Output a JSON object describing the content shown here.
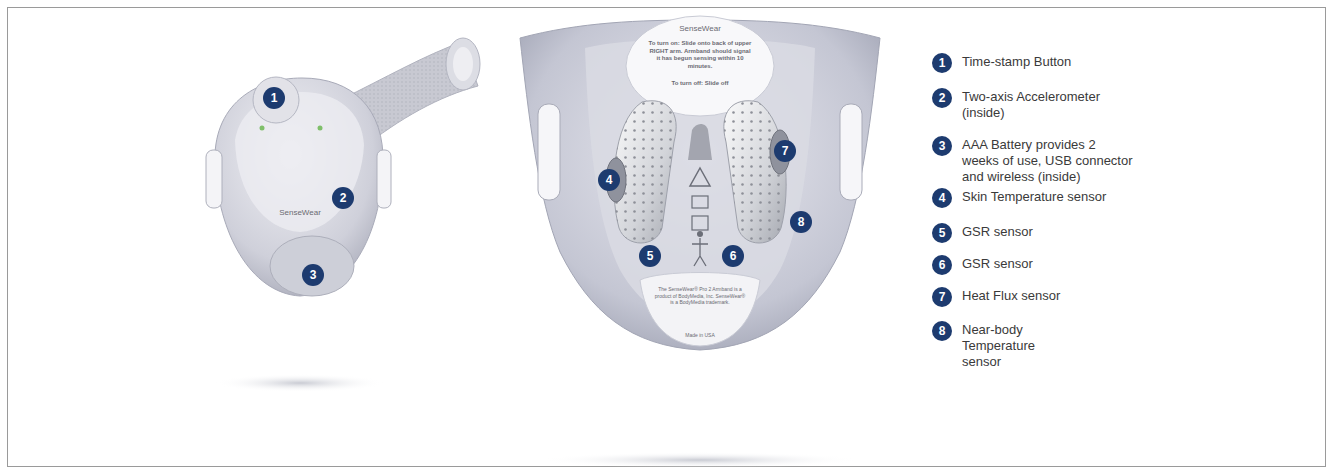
{
  "diagram": {
    "nodes": [
      {
        "text": [
          "1"
        ]
      },
      {
        "text": [
          "2"
        ]
      },
      {
        "text": [
          "3"
        ]
      },
      {
        "text": [
          "4"
        ]
      },
      {
        "text": [
          "5"
        ]
      },
      {
        "text": [
          "6"
        ]
      },
      {
        "text": [
          "7"
        ]
      },
      {
        "text": [
          "8"
        ]
      },
      {
        "text": [
          "1",
          "Time-stamp Button"
        ]
      },
      {
        "text": [
          "2",
          "Two-axis Accelerometer (inside)"
        ]
      },
      {
        "text": [
          "3",
          "AAA Battery provides 2 weeks of use, USB connector and wireless (inside)"
        ]
      },
      {
        "text": [
          "4",
          "Skin Temperature sensor"
        ]
      },
      {
        "text": [
          "5",
          "GSR sensor"
        ]
      },
      {
        "text": [
          "6",
          "GSR sensor"
        ]
      },
      {
        "text": [
          "7",
          "Heat Flux sensor"
        ]
      },
      {
        "text": [
          "8",
          "Near-body Temperature sensor"
        ]
      }
    ],
    "labels": [
      "SenseWear",
      "SenseWear",
      "To turn on: Slide onto back of upper RIGHT arm. Armband should signal it has begun sensing within 10 minutes.",
      "To turn off: Slide off",
      "The SenseWear® Pro 2 Armband is a product of BodyMedia, Inc. SenseWear® is a BodyMedia trademark.",
      "Made in USA"
    ]
  }
}
